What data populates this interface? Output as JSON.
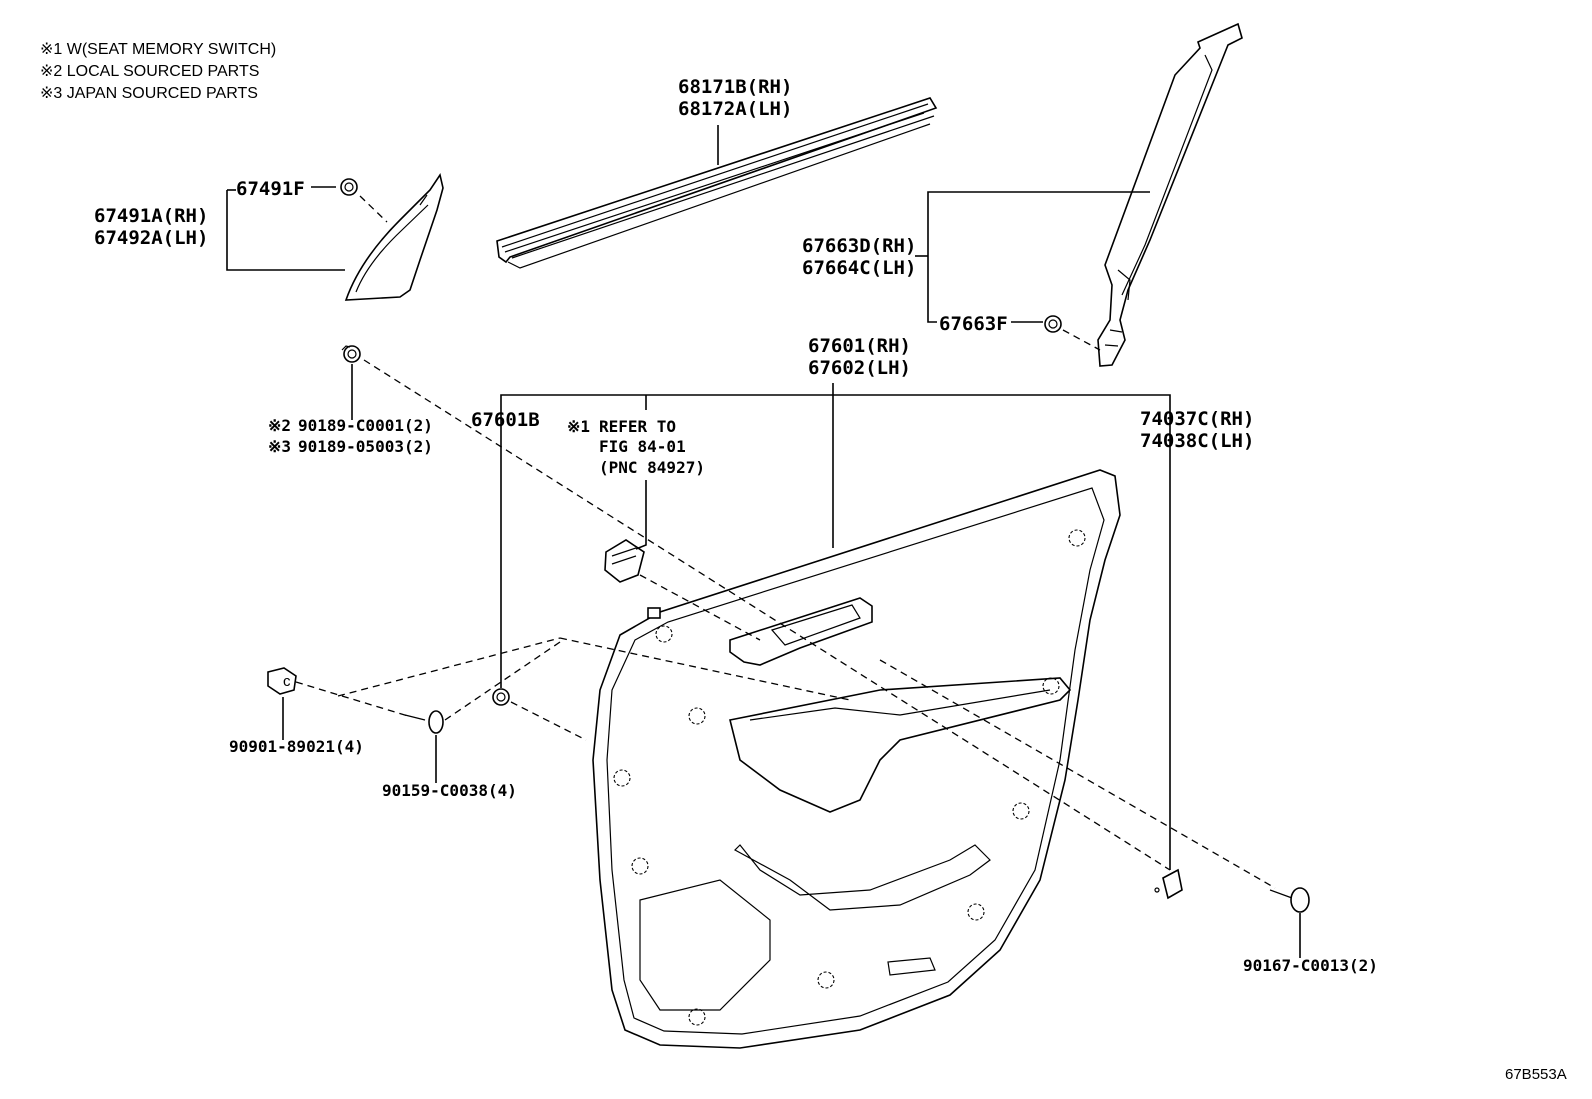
{
  "notes": [
    "※1 W(SEAT MEMORY SWITCH)",
    "※2 LOCAL SOURCED PARTS",
    "※3 JAPAN SOURCED PARTS"
  ],
  "labels": {
    "weatherstrip_rh": "68171B(RH)",
    "weatherstrip_lh": "68172A(LH)",
    "clip_67491f": "67491F",
    "cover_rh": "67491A(RH)",
    "cover_lh": "67492A(LH)",
    "garnish_rh": "67663D(RH)",
    "garnish_lh": "67664C(LH)",
    "clip_67663f": "67663F",
    "panel_rh": "67601(RH)",
    "panel_lh": "67602(LH)",
    "clip_67601b": "67601B",
    "refer_mark": "※1",
    "refer_line1": "REFER TO",
    "refer_line2": "FIG 84-01",
    "refer_line3": "(PNC 84927)",
    "cover_74037c": "74037C(RH)",
    "cover_74038c": "74038C(LH)",
    "clip_90189_c0001_mark": "※2",
    "clip_90189_c0001": "90189-C0001(2)",
    "clip_90189_05003_mark": "※3",
    "clip_90189_05003": "90189-05003(2)",
    "clip_90901": "90901-89021(4)",
    "screw_90159": "90159-C0038(4)",
    "screw_90167": "90167-C0013(2)",
    "diagram_code": "67B553A"
  }
}
